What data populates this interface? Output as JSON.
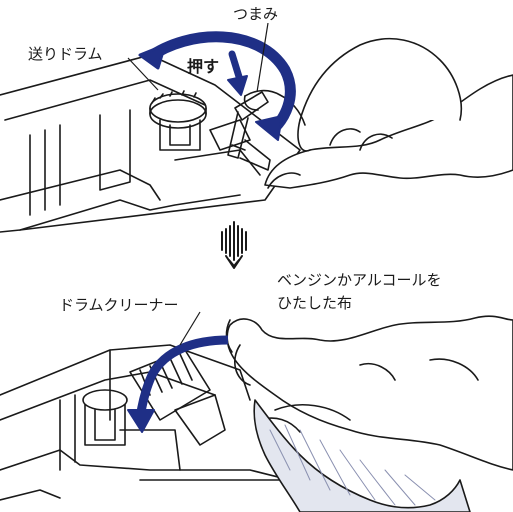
{
  "colors": {
    "ink": "#1f2f86",
    "line": "#1a1a1a",
    "paper": "#ffffff"
  },
  "labels": {
    "knob": "つまみ",
    "feed_drum": "送りドラム",
    "push": "押す",
    "drum_cleaner": "ドラムクリーナー",
    "cloth_line1": "ベンジンかアルコールを",
    "cloth_line2": "ひたした布"
  },
  "icons": {
    "step_arrow": "down-arrow-icon"
  }
}
